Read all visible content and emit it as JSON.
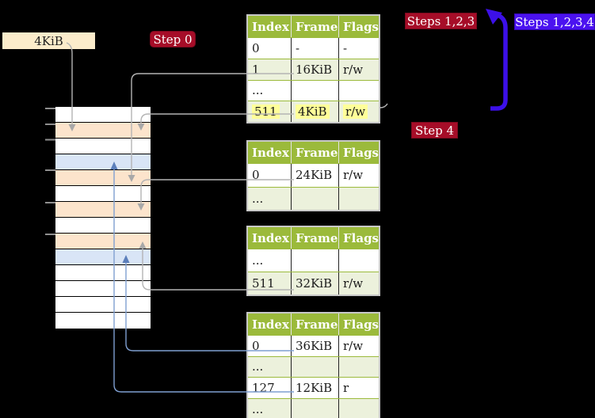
{
  "labels": {
    "page_size": "4KiB",
    "step0": "Step 0",
    "steps123": "Steps 1,2,3",
    "steps1234": "Steps 1,2,3,4",
    "step4": "Step 4"
  },
  "page_tables": [
    {
      "name": "page-table-top",
      "headers": [
        "Index",
        "Frame",
        "Flags"
      ],
      "rows": [
        {
          "cells": [
            "0",
            "-",
            "-"
          ],
          "shade": false,
          "highlighted": false
        },
        {
          "cells": [
            "1",
            "16KiB",
            "r/w"
          ],
          "shade": true,
          "highlighted": false
        },
        {
          "cells": [
            "...",
            "",
            ""
          ],
          "shade": false,
          "highlighted": false
        },
        {
          "cells": [
            "511",
            "4KiB",
            "r/w"
          ],
          "shade": true,
          "highlighted": true
        }
      ]
    },
    {
      "name": "page-table-second",
      "headers": [
        "Index",
        "Frame",
        "Flags"
      ],
      "rows": [
        {
          "cells": [
            "0",
            "24KiB",
            "r/w"
          ],
          "shade": false,
          "highlighted": false
        },
        {
          "cells": [
            "...",
            "",
            ""
          ],
          "shade": true,
          "highlighted": false
        }
      ]
    },
    {
      "name": "page-table-third",
      "headers": [
        "Index",
        "Frame",
        "Flags"
      ],
      "rows": [
        {
          "cells": [
            "...",
            "",
            ""
          ],
          "shade": false,
          "highlighted": false
        },
        {
          "cells": [
            "511",
            "32KiB",
            "r/w"
          ],
          "shade": true,
          "highlighted": false
        }
      ]
    },
    {
      "name": "page-table-fourth",
      "headers": [
        "Index",
        "Frame",
        "Flags"
      ],
      "rows": [
        {
          "cells": [
            "0",
            "36KiB",
            "r/w"
          ],
          "shade": false,
          "highlighted": false
        },
        {
          "cells": [
            "...",
            "",
            ""
          ],
          "shade": true,
          "highlighted": false
        },
        {
          "cells": [
            "127",
            "12KiB",
            "r"
          ],
          "shade": false,
          "highlighted": false
        },
        {
          "cells": [
            "...",
            "",
            ""
          ],
          "shade": true,
          "highlighted": false
        }
      ]
    }
  ],
  "memory_strip": {
    "row_fills": [
      "white",
      "peach",
      "white",
      "blue",
      "peach",
      "white",
      "peach",
      "white",
      "peach",
      "blue",
      "white",
      "white",
      "white",
      "white"
    ]
  },
  "icons": {
    "recursion-arrow": "thick curved up-left arrow",
    "down-arrow": "small gray triangle pointing down",
    "up-arrow": "small triangle pointing up"
  },
  "colors": {
    "background": "#000000",
    "table_header_green": "#9bba3b",
    "table_row_green": "#ecf1dc",
    "highlight_yellow": "#ffff99",
    "badge_red": "#a60d28",
    "badge_blue": "#4b12f0",
    "frame_peach": "#fce4cc",
    "frame_blue": "#d9e5f6",
    "label_cream": "#fbeccb",
    "connector_gray": "#b4b4b4",
    "connector_blue": "#7f9fd1",
    "big_arrow_blue": "#3c10e8"
  }
}
